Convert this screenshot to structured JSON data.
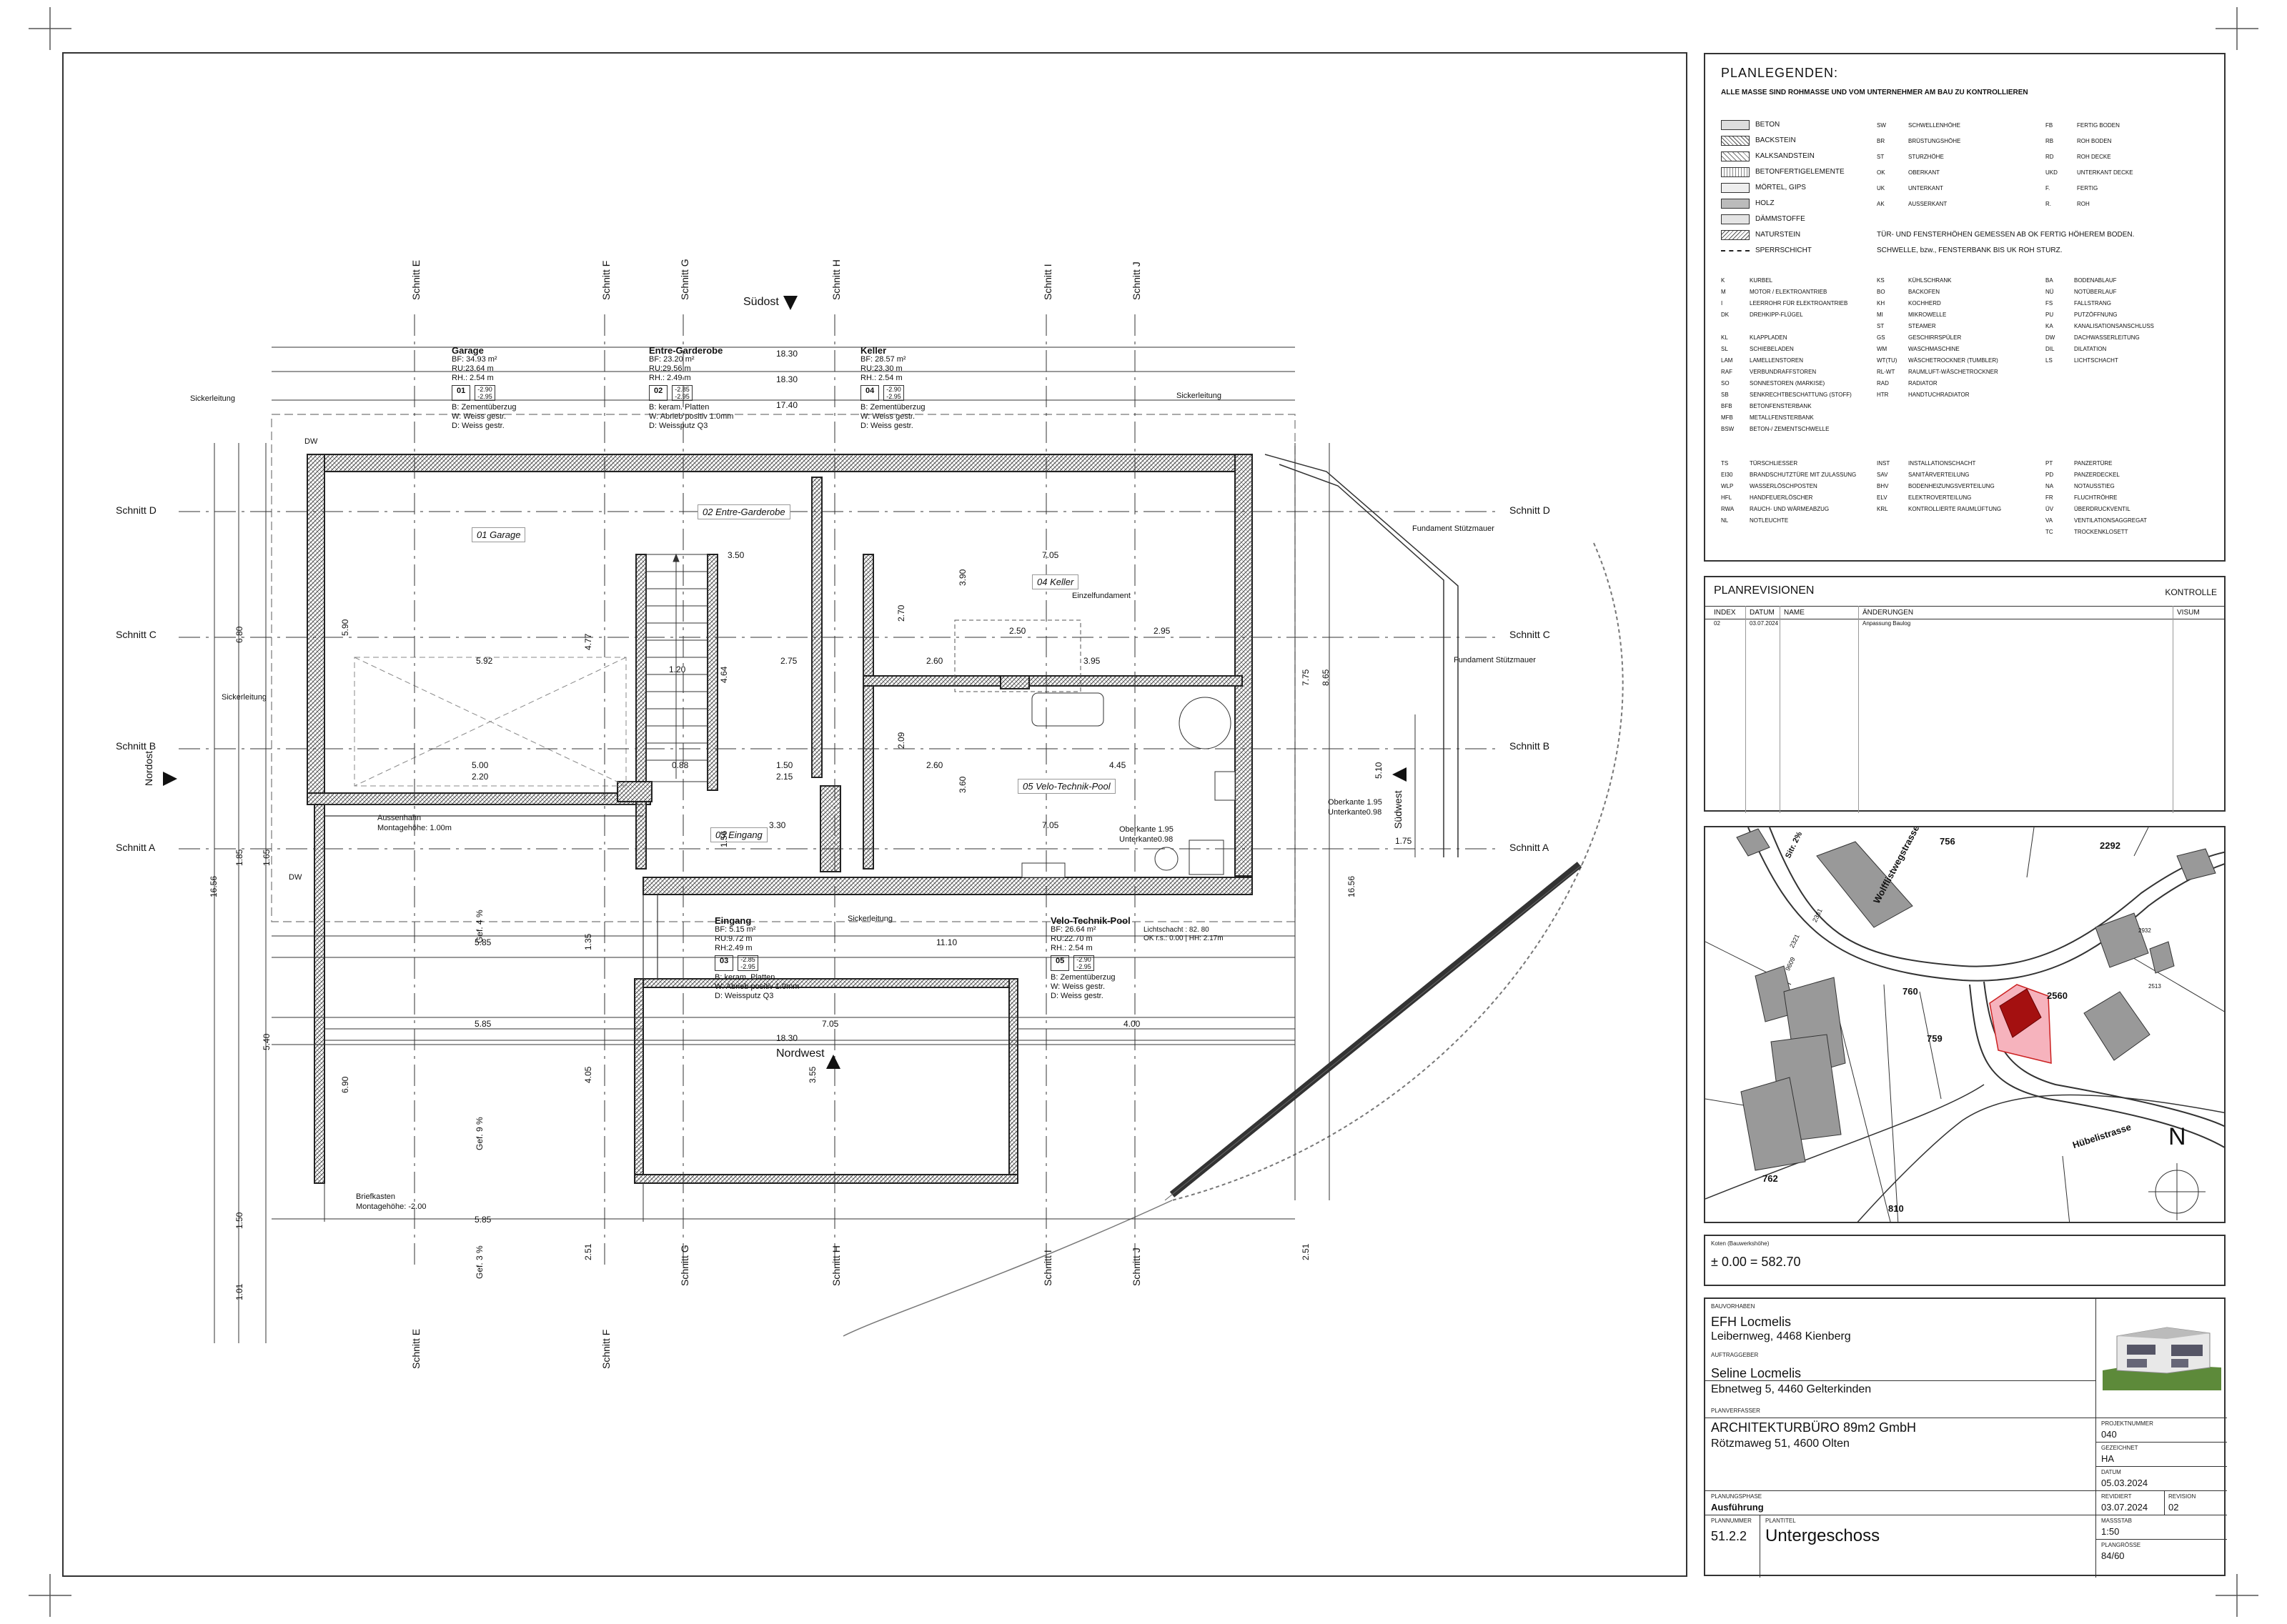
{
  "orientation": {
    "top": "Südost",
    "bottom": "Nordwest",
    "left": "Nordost",
    "right": "Südwest"
  },
  "sections_top": [
    "Schnitt E",
    "Schnitt F",
    "Schnitt G",
    "Schnitt H",
    "Schnitt I",
    "Schnitt J"
  ],
  "sections_side": [
    "Schnitt D",
    "Schnitt C",
    "Schnitt B",
    "Schnitt A"
  ],
  "rooms": [
    {
      "name": "Garage",
      "bf": "BF: 34.93 m²",
      "ru": "RU:23.64 m",
      "rh": "RH.: 2.54 m",
      "nr": "01",
      "k1": "-2.90",
      "k2": "-2.95",
      "b": "B: Zementüberzug",
      "w": "W: Weiss gestr.",
      "d": "D: Weiss gestr."
    },
    {
      "name": "Entre-Garderobe",
      "bf": "BF: 23.20 m²",
      "ru": "RU:29.56 m",
      "rh": "RH.: 2.49 m",
      "nr": "02",
      "k1": "-2.85",
      "k2": "-2.95",
      "b": "B: keram. Platten",
      "w": "W: Abrieb positiv 1.0mm",
      "d": "D: Weissputz Q3"
    },
    {
      "name": "Keller",
      "bf": "BF: 28.57 m²",
      "ru": "RU:23.30 m",
      "rh": "RH.: 2.54 m",
      "nr": "04",
      "k1": "-2.90",
      "k2": "-2.95",
      "b": "B: Zementüberzug",
      "w": "W: Weiss gestr.",
      "d": "D: Weiss gestr."
    },
    {
      "name": "Eingang",
      "bf": "BF: 5.15 m²",
      "ru": "RU:9.72 m",
      "rh": "RH:2.49 m",
      "nr": "03",
      "k1": "-2.85",
      "k2": "-2.95",
      "b": "B: keram. Platten",
      "w": "W: Abrieb positiv 1.0mm",
      "d": "D: Weissputz Q3"
    },
    {
      "name": "Velo-Technik-Pool",
      "bf": "BF: 26.64 m²",
      "ru": "RU:22.70 m",
      "rh": "RH.: 2.54 m",
      "nr": "05",
      "k1": "-2.90",
      "k2": "-2.95",
      "b": "B: Zementüberzug",
      "w": "W: Weiss gestr.",
      "d": "D: Weiss gestr."
    }
  ],
  "room_labels": {
    "garage": "01 Garage",
    "entre": "02 Entre-Garderobe",
    "eingang": "03 Eingang",
    "keller": "04 Keller",
    "velo": "05 Velo-Technik-Pool"
  },
  "plan_notes": {
    "sicker1": "Sickerleitung",
    "sicker2": "Sickerleitung",
    "sicker3": "Sickerleitung",
    "sicker4": "Sickerleitung",
    "fund1": "Fundament Stützmauer",
    "fund2": "Fundament Stützmauer",
    "einzel": "Einzelfundament",
    "aussen": "Aussenhahn",
    "aussen_h": "Montagehöhe: 1.00m",
    "brief": "Briefkasten",
    "brief_h": "Montagehöhe: -2.00",
    "ober1": "Oberkante 1.95",
    "ober1b": "Unterkante0.98",
    "ober2": "Oberkante 1.95",
    "ober2b": "Unterkante0.98",
    "licht": "Lichtschacht : 82. 80",
    "licht2": "OK r.s.: 0.00 | HH: 2.17m",
    "gef1": "Gef. 4 %",
    "gef2": "Gef. 9 %",
    "gef3": "Gef. 3 %",
    "dw1": "DW",
    "dw2": "DW"
  },
  "dims_top": [
    "18.30",
    "18.30",
    "17.40"
  ],
  "dims_bottom": [
    "5.85",
    "11.10",
    "5.85",
    "18.30",
    "7.05",
    "4.00",
    "5.85"
  ],
  "dims_misc": [
    "3.50",
    "7.05",
    "2.75",
    "2.60",
    "3.95",
    "5.92",
    "5.00",
    "2.20",
    "1.50",
    "2.15",
    "2.60",
    "4.45",
    "3.30",
    "7.05",
    "2.95",
    "2.50",
    "1.75",
    "5.90",
    "6.80",
    "4.77",
    "5.40",
    "6.90",
    "4.05",
    "3.55",
    "7.75",
    "8.65",
    "5.10",
    "16.56",
    "16.56",
    "1.85",
    "1.65",
    "1.50",
    "1.01",
    "2.51",
    "2.51",
    "1.35",
    "3.90",
    "2.70",
    "2.09",
    "3.60",
    "1.56",
    "1.20",
    "4.64",
    "0.88"
  ],
  "legend": {
    "title": "PLANLEGENDEN:",
    "subtitle": "ALLE MASSE SIND ROHMASSE UND VOM UNTERNEHMER AM BAU ZU KONTROLLIEREN",
    "materials": [
      "BETON",
      "BACKSTEIN",
      "KALKSANDSTEIN",
      "BETONFERTIGELEMENTE",
      "MÖRTEL, GIPS",
      "HOLZ",
      "DÄMMSTOFFE",
      "NATURSTEIN",
      "SPERRSCHICHT"
    ],
    "abbr_a": [
      [
        "SW",
        "SCHWELLENHÖHE"
      ],
      [
        "BR",
        "BRÜSTUNGSHÖHE"
      ],
      [
        "ST",
        "STURZHÖHE"
      ],
      [
        "OK",
        "OBERKANT"
      ],
      [
        "UK",
        "UNTERKANT"
      ],
      [
        "AK",
        "AUSSERKANT"
      ]
    ],
    "abbr_b": [
      [
        "FB",
        "FERTIG BODEN"
      ],
      [
        "RB",
        "ROH BODEN"
      ],
      [
        "RD",
        "ROH DECKE"
      ],
      [
        "UKD",
        "UNTERKANT DECKE"
      ],
      [
        "F.",
        "FERTIG"
      ],
      [
        "R.",
        "ROH"
      ]
    ],
    "note1": "TÜR- UND FENSTERHÖHEN GEMESSEN AB OK FERTIG HÖHEREM BODEN.",
    "note2": "SCHWELLE, bzw., FENSTERBANK BIS UK ROH STURZ.",
    "col1": [
      [
        "K",
        "KURBEL"
      ],
      [
        "M",
        "MOTOR / ELEKTROANTRIEB"
      ],
      [
        "I",
        "LEERROHR FÜR ELEKTROANTRIEB"
      ],
      [
        "DK",
        "DREHKIPP-FLÜGEL"
      ],
      [
        "",
        ""
      ],
      [
        "KL",
        "KLAPPLADEN"
      ],
      [
        "SL",
        "SCHIEBELADEN"
      ],
      [
        "LAM",
        "LAMELLENSTOREN"
      ],
      [
        "RAF",
        "VERBUNDRAFFSTOREN"
      ],
      [
        "SO",
        "SONNESTOREN (MARKISE)"
      ],
      [
        "SB",
        "SENKRECHTBESCHATTUNG (STOFF)"
      ],
      [
        "BFB",
        "BETONFENSTERBANK"
      ],
      [
        "MFB",
        "METALLFENSTERBANK"
      ],
      [
        "BSW",
        "BETON-/ ZEMENTSCHWELLE"
      ]
    ],
    "col2": [
      [
        "KS",
        "KÜHLSCHRANK"
      ],
      [
        "BO",
        "BACKOFEN"
      ],
      [
        "KH",
        "KOCHHERD"
      ],
      [
        "MI",
        "MIKROWELLE"
      ],
      [
        "ST",
        "STEAMER"
      ],
      [
        "GS",
        "GESCHIRRSPÜLER"
      ],
      [
        "WM",
        "WASCHMASCHINE"
      ],
      [
        "WT(TU)",
        "WÄSCHETROCKNER (TUMBLER)"
      ],
      [
        "RL-WT",
        "RAUMLUFT-WÄSCHETROCKNER"
      ],
      [
        "RAD",
        "RADIATOR"
      ],
      [
        "HTR",
        "HANDTUCHRADIATOR"
      ]
    ],
    "col3": [
      [
        "BA",
        "BODENABLAUF"
      ],
      [
        "NÜ",
        "NOTÜBERLAUF"
      ],
      [
        "FS",
        "FALLSTRANG"
      ],
      [
        "PU",
        "PUTZÖFFNUNG"
      ],
      [
        "KA",
        "KANALISATIONSANSCHLUSS"
      ],
      [
        "DW",
        "DACHWASSERLEITUNG"
      ],
      [
        "DIL",
        "DILATATION"
      ],
      [
        "LS",
        "LICHTSCHACHT"
      ]
    ],
    "col4": [
      [
        "TS",
        "TÜRSCHLIESSER"
      ],
      [
        "EI30",
        "BRANDSCHUTZTÜRE MIT ZULASSUNG"
      ],
      [
        "WLP",
        "WASSERLÖSCHPOSTEN"
      ],
      [
        "HFL",
        "HANDFEUERLÖSCHER"
      ],
      [
        "RWA",
        "RAUCH- UND WÄRMEABZUG"
      ],
      [
        "NL",
        "NOTLEUCHTE"
      ]
    ],
    "col5": [
      [
        "INST",
        "INSTALLATIONSCHACHT"
      ],
      [
        "SAV",
        "SANITÄRVERTEILUNG"
      ],
      [
        "BHV",
        "BODENHEIZUNGSVERTEILUNG"
      ],
      [
        "ELV",
        "ELEKTROVERTEILUNG"
      ],
      [
        "KRL",
        "KONTROLLIERTE RAUMLÜFTUNG"
      ]
    ],
    "col6": [
      [
        "PT",
        "PANZERTÜRE"
      ],
      [
        "PD",
        "PANZERDECKEL"
      ],
      [
        "NA",
        "NOTAUSSTIEG"
      ],
      [
        "FR",
        "FLUCHTRÖHRE"
      ],
      [
        "ÜV",
        "ÜBERDRUCKVENTIL"
      ],
      [
        "VA",
        "VENTILATIONSAGGREGAT"
      ],
      [
        "TC",
        "TROCKENKLOSETT"
      ]
    ]
  },
  "revisions": {
    "title": "PLANREVISIONEN",
    "kontrolle": "KONTROLLE",
    "headers": [
      "INDEX",
      "DATUM",
      "NAME",
      "ÄNDERUNGEN",
      "VISUM"
    ],
    "rows": [
      [
        "02",
        "03.07.2024",
        "",
        "Anpassung Baulog",
        ""
      ]
    ]
  },
  "map": {
    "parcels": [
      "756",
      "2292",
      "2560",
      "760",
      "759",
      "762",
      "810"
    ],
    "streets": [
      "Wolfflistwegstrasse",
      "Hübelistrasse",
      "Sitr. 2%"
    ],
    "north": "N",
    "small": [
      "2361",
      "2321",
      "9609",
      "2932",
      "2513"
    ]
  },
  "kote": {
    "label": "Koten (Bauwerkshöhe)",
    "value": "± 0.00 = 582.70"
  },
  "titleblock": {
    "bauvorhaben_l": "BAUVORHABEN",
    "bauvorhaben1": "EFH Locmelis",
    "bauvorhaben2": "Leibernweg, 4468 Kienberg",
    "auftrag_l": "AUFTRAGGEBER",
    "auftrag1": "Seline  Locmelis",
    "auftrag2": "Ebnetweg 5, 4460 Gelterkinden",
    "verfasser_l": "PLANVERFASSER",
    "verfasser1": "ARCHITEKTURBÜRO 89m2 GmbH",
    "verfasser2": "Rötzmaweg 51, 4600 Olten",
    "projnr_l": "PROJEKTNUMMER",
    "projnr": "040",
    "gez_l": "GEZEICHNET",
    "gez": "HA",
    "datum_l": "DATUM",
    "datum": "05.03.2024",
    "revid_l": "REVIDIERT",
    "revid": "03.07.2024",
    "rev_l": "REVISION",
    "rev": "02",
    "phase_l": "PLANUNGSPHASE",
    "phase": "Ausführung",
    "massstab_l": "MASSSTAB",
    "massstab": "1:50",
    "plannr_l": "PLANNUMMER",
    "plannr": "51.2.2",
    "titel_l": "PLANTITEL",
    "titel": "Untergeschoss",
    "groesse_l": "PLANGRÖSSE",
    "groesse": "84/60"
  }
}
